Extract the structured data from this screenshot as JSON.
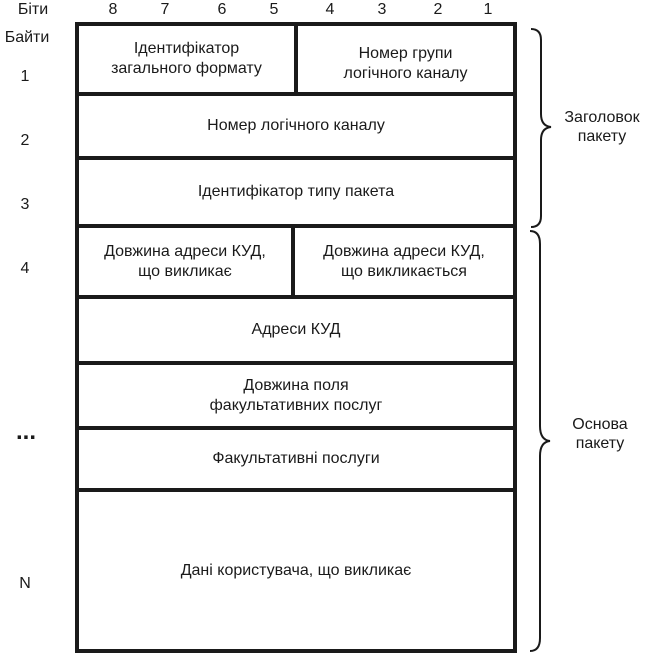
{
  "bits_label": "Біти",
  "bits": [
    "8",
    "7",
    "6",
    "5",
    "4",
    "3",
    "2",
    "1"
  ],
  "bytes_label": "Байти",
  "byte_numbers": {
    "b1": "1",
    "b2": "2",
    "b3": "3",
    "b4": "4",
    "ellipsis": "...",
    "bn": "N"
  },
  "fields": {
    "general_format_id": "Ідентифікатор\nзагального формату",
    "lcg_number": "Номер групи\nлогічного каналу",
    "lc_number": "Номер логічного каналу",
    "packet_type_id": "Ідентифікатор типу пакета",
    "calling_addr_len": "Довжина адреси КУД,\nщо викликає",
    "called_addr_len": "Довжина адреси КУД,\nщо викликається",
    "dte_addresses": "Адреси КУД",
    "facilities_len": "Довжина поля\nфакультативних послуг",
    "facilities": "Факультативні послуги",
    "user_data": "Дані користувача, що викликає"
  },
  "braces": {
    "header": "Заголовок\nпакету",
    "body": "Основа\nпакету"
  }
}
